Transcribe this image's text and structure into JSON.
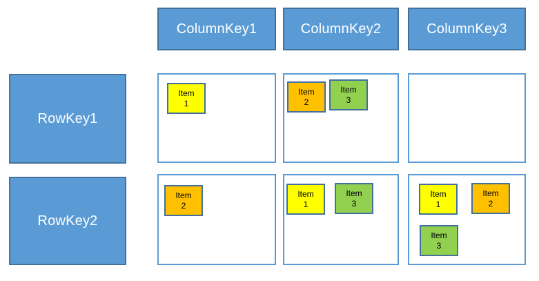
{
  "diagram": {
    "column_headers": [
      {
        "label": "ColumnKey1"
      },
      {
        "label": "ColumnKey2"
      },
      {
        "label": "ColumnKey3"
      }
    ],
    "row_headers": [
      {
        "label": "RowKey1"
      },
      {
        "label": "RowKey2"
      }
    ],
    "cells": {
      "r1c1": {
        "items": [
          {
            "word": "Item",
            "num": "1",
            "color": "#FFFF00"
          }
        ]
      },
      "r1c2": {
        "items": [
          {
            "word": "Item",
            "num": "2",
            "color": "#FFC000"
          },
          {
            "word": "Item",
            "num": "3",
            "color": "#92D050"
          }
        ]
      },
      "r1c3": {
        "items": []
      },
      "r2c1": {
        "items": [
          {
            "word": "Item",
            "num": "2",
            "color": "#FFC000"
          }
        ]
      },
      "r2c2": {
        "items": [
          {
            "word": "Item",
            "num": "1",
            "color": "#FFFF00"
          },
          {
            "word": "Item",
            "num": "3",
            "color": "#92D050"
          }
        ]
      },
      "r2c3": {
        "items": [
          {
            "word": "Item",
            "num": "1",
            "color": "#FFFF00"
          },
          {
            "word": "Item",
            "num": "2",
            "color": "#FFC000"
          },
          {
            "word": "Item",
            "num": "3",
            "color": "#92D050"
          }
        ]
      }
    },
    "colors": {
      "key_fill": "#5B9BD5",
      "key_border": "#41719C",
      "key_text": "#FFFFFF",
      "cell_border": "#5B9BD5",
      "item_border": "#41719C",
      "item_text": "#000000",
      "item_yellow": "#FFFF00",
      "item_orange": "#FFC000",
      "item_green": "#92D050"
    }
  }
}
